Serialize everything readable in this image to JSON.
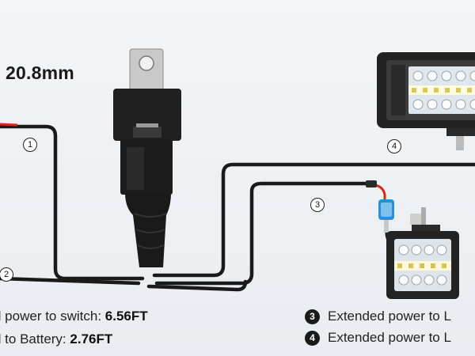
{
  "dimension_label": "20.8mm",
  "callouts": [
    "1",
    "2",
    "3",
    "4"
  ],
  "legend": [
    {
      "text": "d power to switch: ",
      "value": "6.56FT"
    },
    {
      "text": "d to Battery: ",
      "value": "2.76FT"
    },
    {
      "badge": "3",
      "text": "Extended power to L"
    },
    {
      "badge": "4",
      "text": "Extended power to L"
    }
  ],
  "colors": {
    "wire": "#1a1a1a",
    "relay": "#1c1c1c",
    "red_wire": "#d22a1e",
    "connector": "#2c8fd6",
    "background": "#eef1f4"
  }
}
